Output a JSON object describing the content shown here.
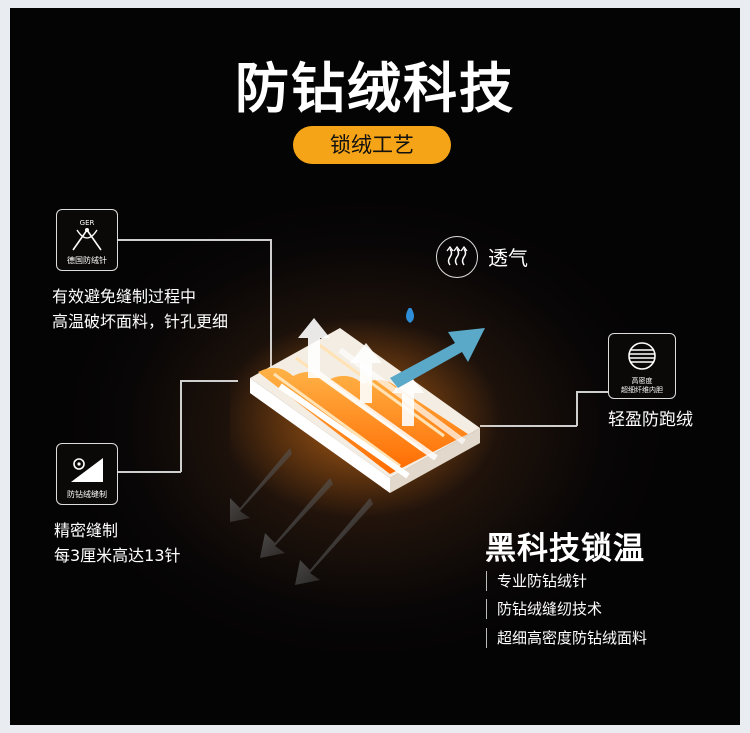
{
  "title": "防钻绒科技",
  "subtitle_pill": "锁绒工艺",
  "left_top": {
    "badge_icon": "needle-icon",
    "badge_top_text": "GER",
    "badge_caption": "德国防绒针",
    "lines": [
      "有效避免缝制过程中",
      "高温破坏面料，针孔更细"
    ]
  },
  "left_bottom": {
    "badge_icon": "stitch-icon",
    "badge_caption": "防钻绒缝制",
    "lines": [
      "精密缝制",
      "每3厘米高达13针"
    ]
  },
  "right_mid": {
    "badge_icon": "fabric-density-icon",
    "badge_caption_lines": [
      "高密度",
      "超细纤维内胆"
    ],
    "label": "轻盈防跑绒"
  },
  "breathable": {
    "icon": "breathable-icon",
    "label": "透气"
  },
  "black_tech": {
    "title": "黑科技锁温",
    "features": [
      "专业防钻绒针",
      "防钻绒缝纫技术",
      "超细高密度防钻绒面料"
    ]
  },
  "colors": {
    "accent": "#f5a417",
    "background": "#050404",
    "arrow_blue": "#5aa9c9",
    "water_drop": "#2e8fd8"
  }
}
